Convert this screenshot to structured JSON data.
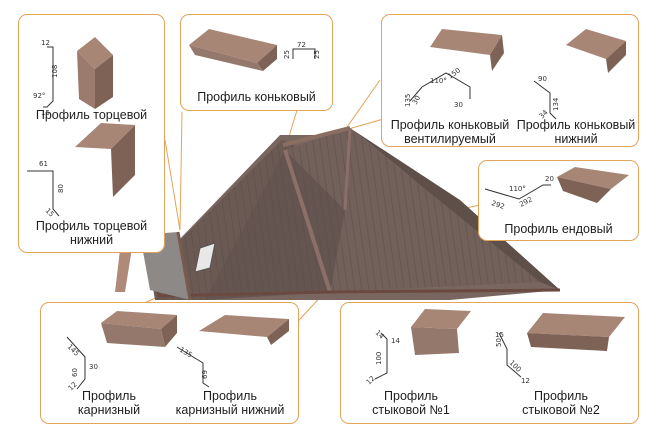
{
  "colors": {
    "accent": "#e3a45a",
    "roof": "#6f5e58",
    "profile_top": "#a88676",
    "profile_side": "#7f6256"
  },
  "profiles": {
    "end": {
      "name": "Профиль торцевой",
      "dims": [
        "12",
        "108",
        "92°",
        "15"
      ]
    },
    "end_lower": {
      "name_line1": "Профиль торцевой",
      "name_line2": "нижний",
      "dims": [
        "61",
        "80",
        "15"
      ]
    },
    "ridge": {
      "name": "Профиль коньковый",
      "dims": [
        "25",
        "72",
        "25"
      ]
    },
    "ridge_vent": {
      "name_line1": "Профиль коньковый",
      "name_line2": "вентилируемый",
      "dims": [
        "150",
        "110°",
        "135",
        "30",
        "30"
      ]
    },
    "ridge_lower": {
      "name_line1": "Профиль коньковый",
      "name_line2": "нижний",
      "dims": [
        "90",
        "134",
        "34"
      ]
    },
    "valley": {
      "name": "Профиль ендовый",
      "dims": [
        "20",
        "110°",
        "292",
        "292"
      ]
    },
    "eaves": {
      "name_line1": "Профиль",
      "name_line2": "карнизный",
      "dims": [
        "145",
        "30",
        "60",
        "12"
      ]
    },
    "eaves_lower": {
      "name_line1": "Профиль",
      "name_line2": "карнизный нижний",
      "dims": [
        "135",
        "69"
      ]
    },
    "joint1": {
      "name_line1": "Профиль",
      "name_line2": "стыковой №1",
      "dims": [
        "14",
        "14",
        "100",
        "12"
      ]
    },
    "joint2": {
      "name_line1": "Профиль",
      "name_line2": "стыковой №2",
      "dims": [
        "15",
        "50",
        "100",
        "12"
      ]
    }
  }
}
